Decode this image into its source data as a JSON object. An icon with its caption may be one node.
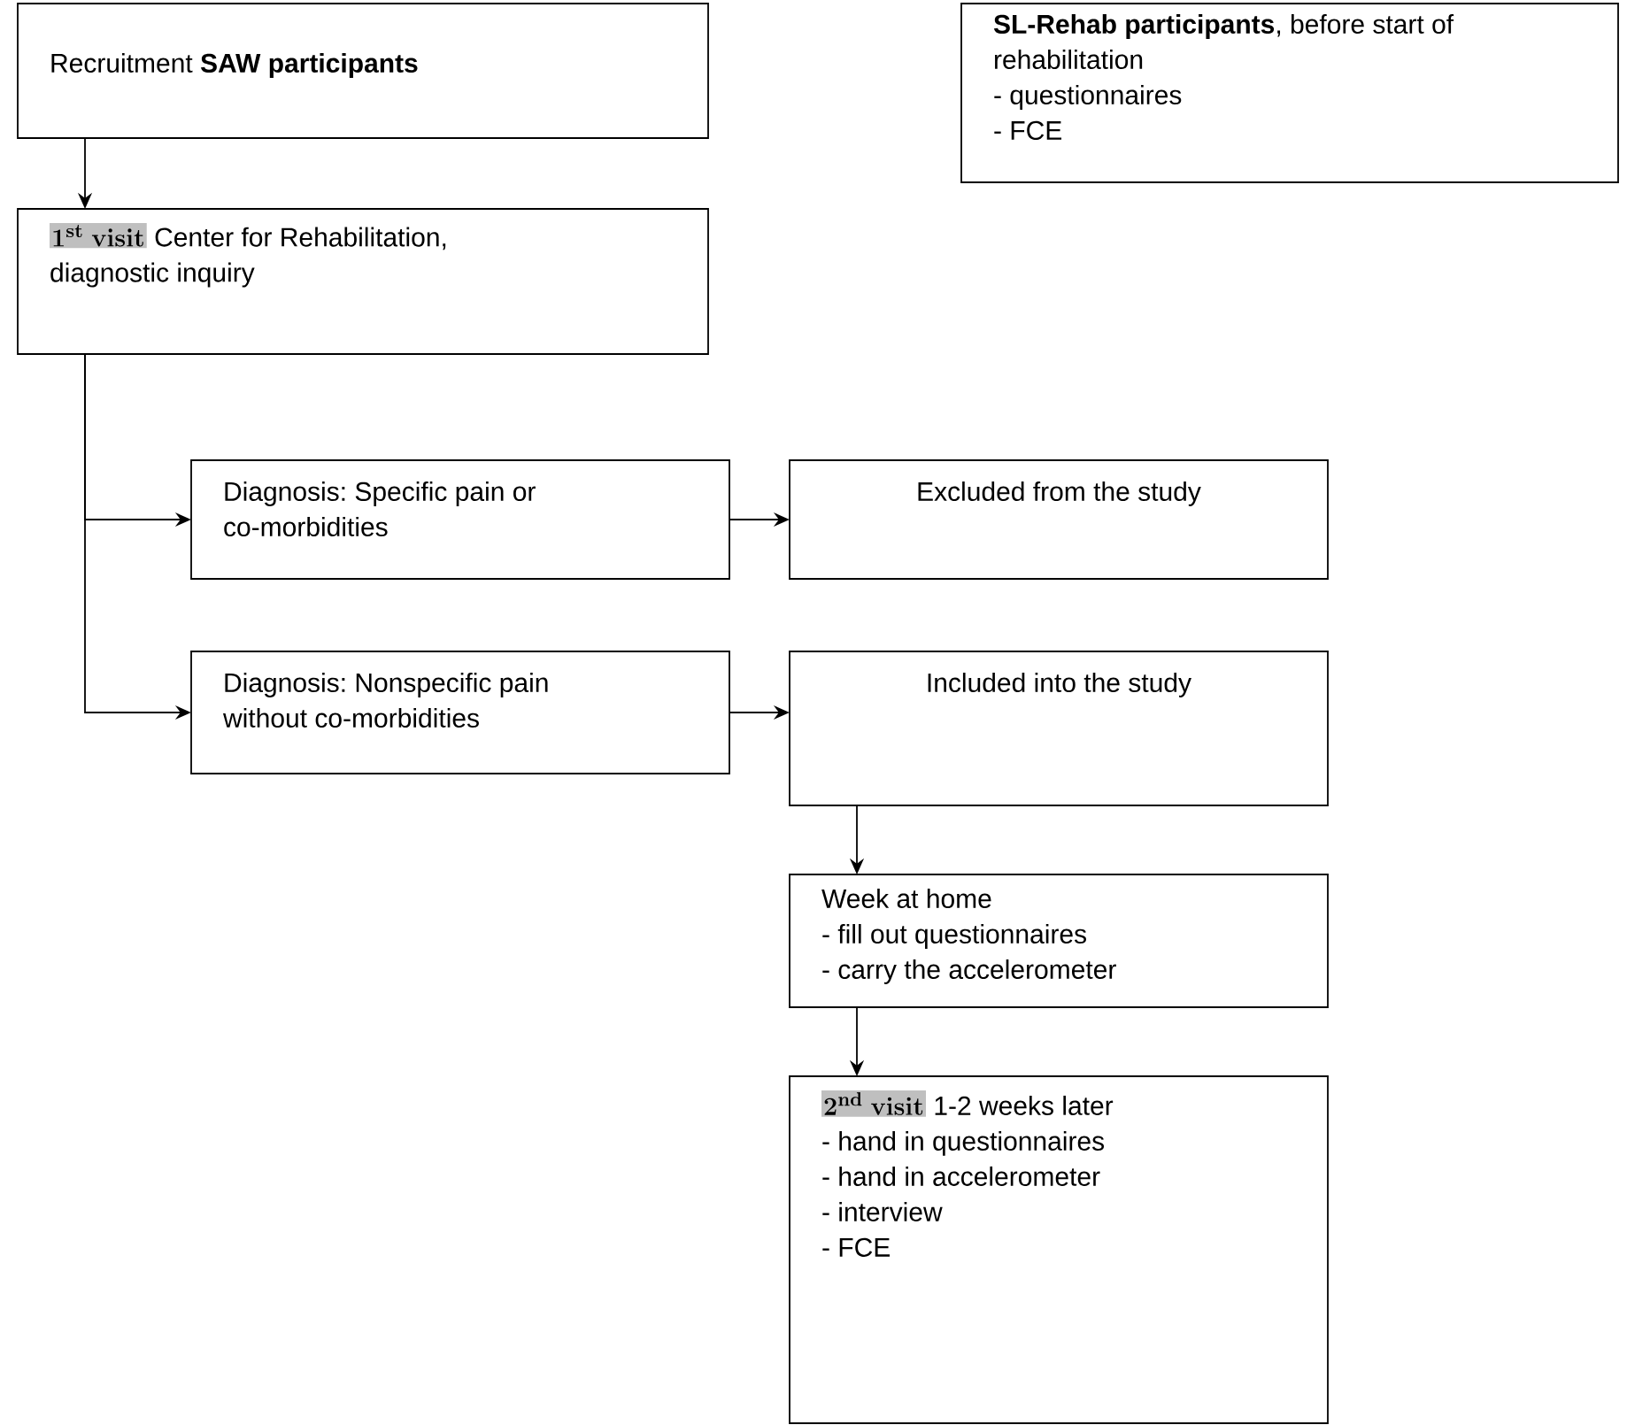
{
  "diagram": {
    "nodes": [
      {
        "text": [
          "Recruitment **SAW participants**"
        ]
      },
      {
        "text": [
          "**SL-Rehab participants**, before start of rehabilitation",
          "- questionnaires",
          "- FCE"
        ]
      },
      {
        "text": [
          "1^{\\mathbf{st}}\\ \\mathbf{visit}",
          "Center for Rehabilitation, diagnostic inquiry"
        ]
      },
      {
        "text": [
          "Diagnosis: Specific pain or co-morbidities"
        ]
      },
      {
        "text": [
          "Excluded from the study"
        ]
      },
      {
        "text": [
          "Diagnosis: Nonspecific pain without co-morbidities"
        ]
      },
      {
        "text": [
          "Included into the study"
        ]
      },
      {
        "text": [
          "Week at home",
          "- fill out questionnaires",
          "- carry the accelerometer"
        ]
      },
      {
        "text": [
          "2^{\\mathbf{nd}}\\ \\mathbf{visit}",
          "1-2 weeks later",
          "- hand in questionnaires",
          "- hand in accelerometer",
          "- interview",
          "- FCE"
        ]
      }
    ],
    "edges": [
      {
        "from": 0,
        "to": 2,
        "arrow": "to"
      },
      {
        "from": 2,
        "to": 3,
        "arrow": "to"
      },
      {
        "from": 2,
        "to": 5,
        "arrow": "to"
      },
      {
        "from": 3,
        "to": 4,
        "arrow": "to"
      },
      {
        "from": 5,
        "to": 6,
        "arrow": "to"
      },
      {
        "from": 6,
        "to": 7,
        "arrow": "to"
      },
      {
        "from": 7,
        "to": 8,
        "arrow": "to"
      }
    ]
  }
}
